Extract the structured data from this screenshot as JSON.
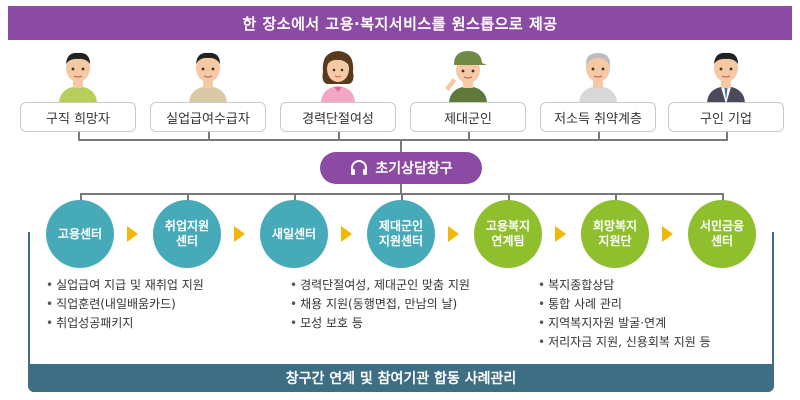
{
  "banner": {
    "text": "한 장소에서 고용·복지서비스를 원스톱으로 제공"
  },
  "personas": [
    {
      "label": "구직 희망자",
      "icon": "man-green-shirt-icon"
    },
    {
      "label": "실업급여수급자",
      "icon": "man-beige-shirt-icon"
    },
    {
      "label": "경력단절여성",
      "icon": "woman-pink-shirt-icon"
    },
    {
      "label": "제대군인",
      "icon": "soldier-icon"
    },
    {
      "label": "저소득 취약계층",
      "icon": "elderly-man-icon"
    },
    {
      "label": "구인 기업",
      "icon": "businessman-icon"
    }
  ],
  "consult": {
    "label": "초기상담창구",
    "icon": "headset-icon"
  },
  "centers": [
    {
      "label": "고용센터",
      "group": "employment"
    },
    {
      "label": "취업지원\n센터",
      "group": "employment"
    },
    {
      "label": "새일센터",
      "group": "employment"
    },
    {
      "label": "제대군인\n지원센터",
      "group": "employment"
    },
    {
      "label": "고용복지\n연계팀",
      "group": "welfare"
    },
    {
      "label": "희망복지\n지원단",
      "group": "welfare"
    },
    {
      "label": "서민금융\n센터",
      "group": "welfare"
    }
  ],
  "lists": {
    "left": [
      "실업급여 지급 및 재취업 지원",
      "직업훈련(내일배움카드)",
      "취업성공패키지"
    ],
    "middle": [
      "경력단절여성, 제대군인 맞춤 지원",
      "채용 지원(동행면접, 만남의 날)",
      "모성 보호 등"
    ],
    "right": [
      "복지종합상담",
      "통합 사례 관리",
      "지역복지자원 발굴·연계",
      "저리자금 지원, 신용회복 지원 등"
    ]
  },
  "bottom": {
    "text": "창구간 연계 및 참여기관 합동 사례관리"
  },
  "colors": {
    "purple": "#8b4aa3",
    "teal": "#47aab8",
    "green": "#8fbf2c",
    "navy": "#3d6e83",
    "arrow": "#f2b705"
  }
}
